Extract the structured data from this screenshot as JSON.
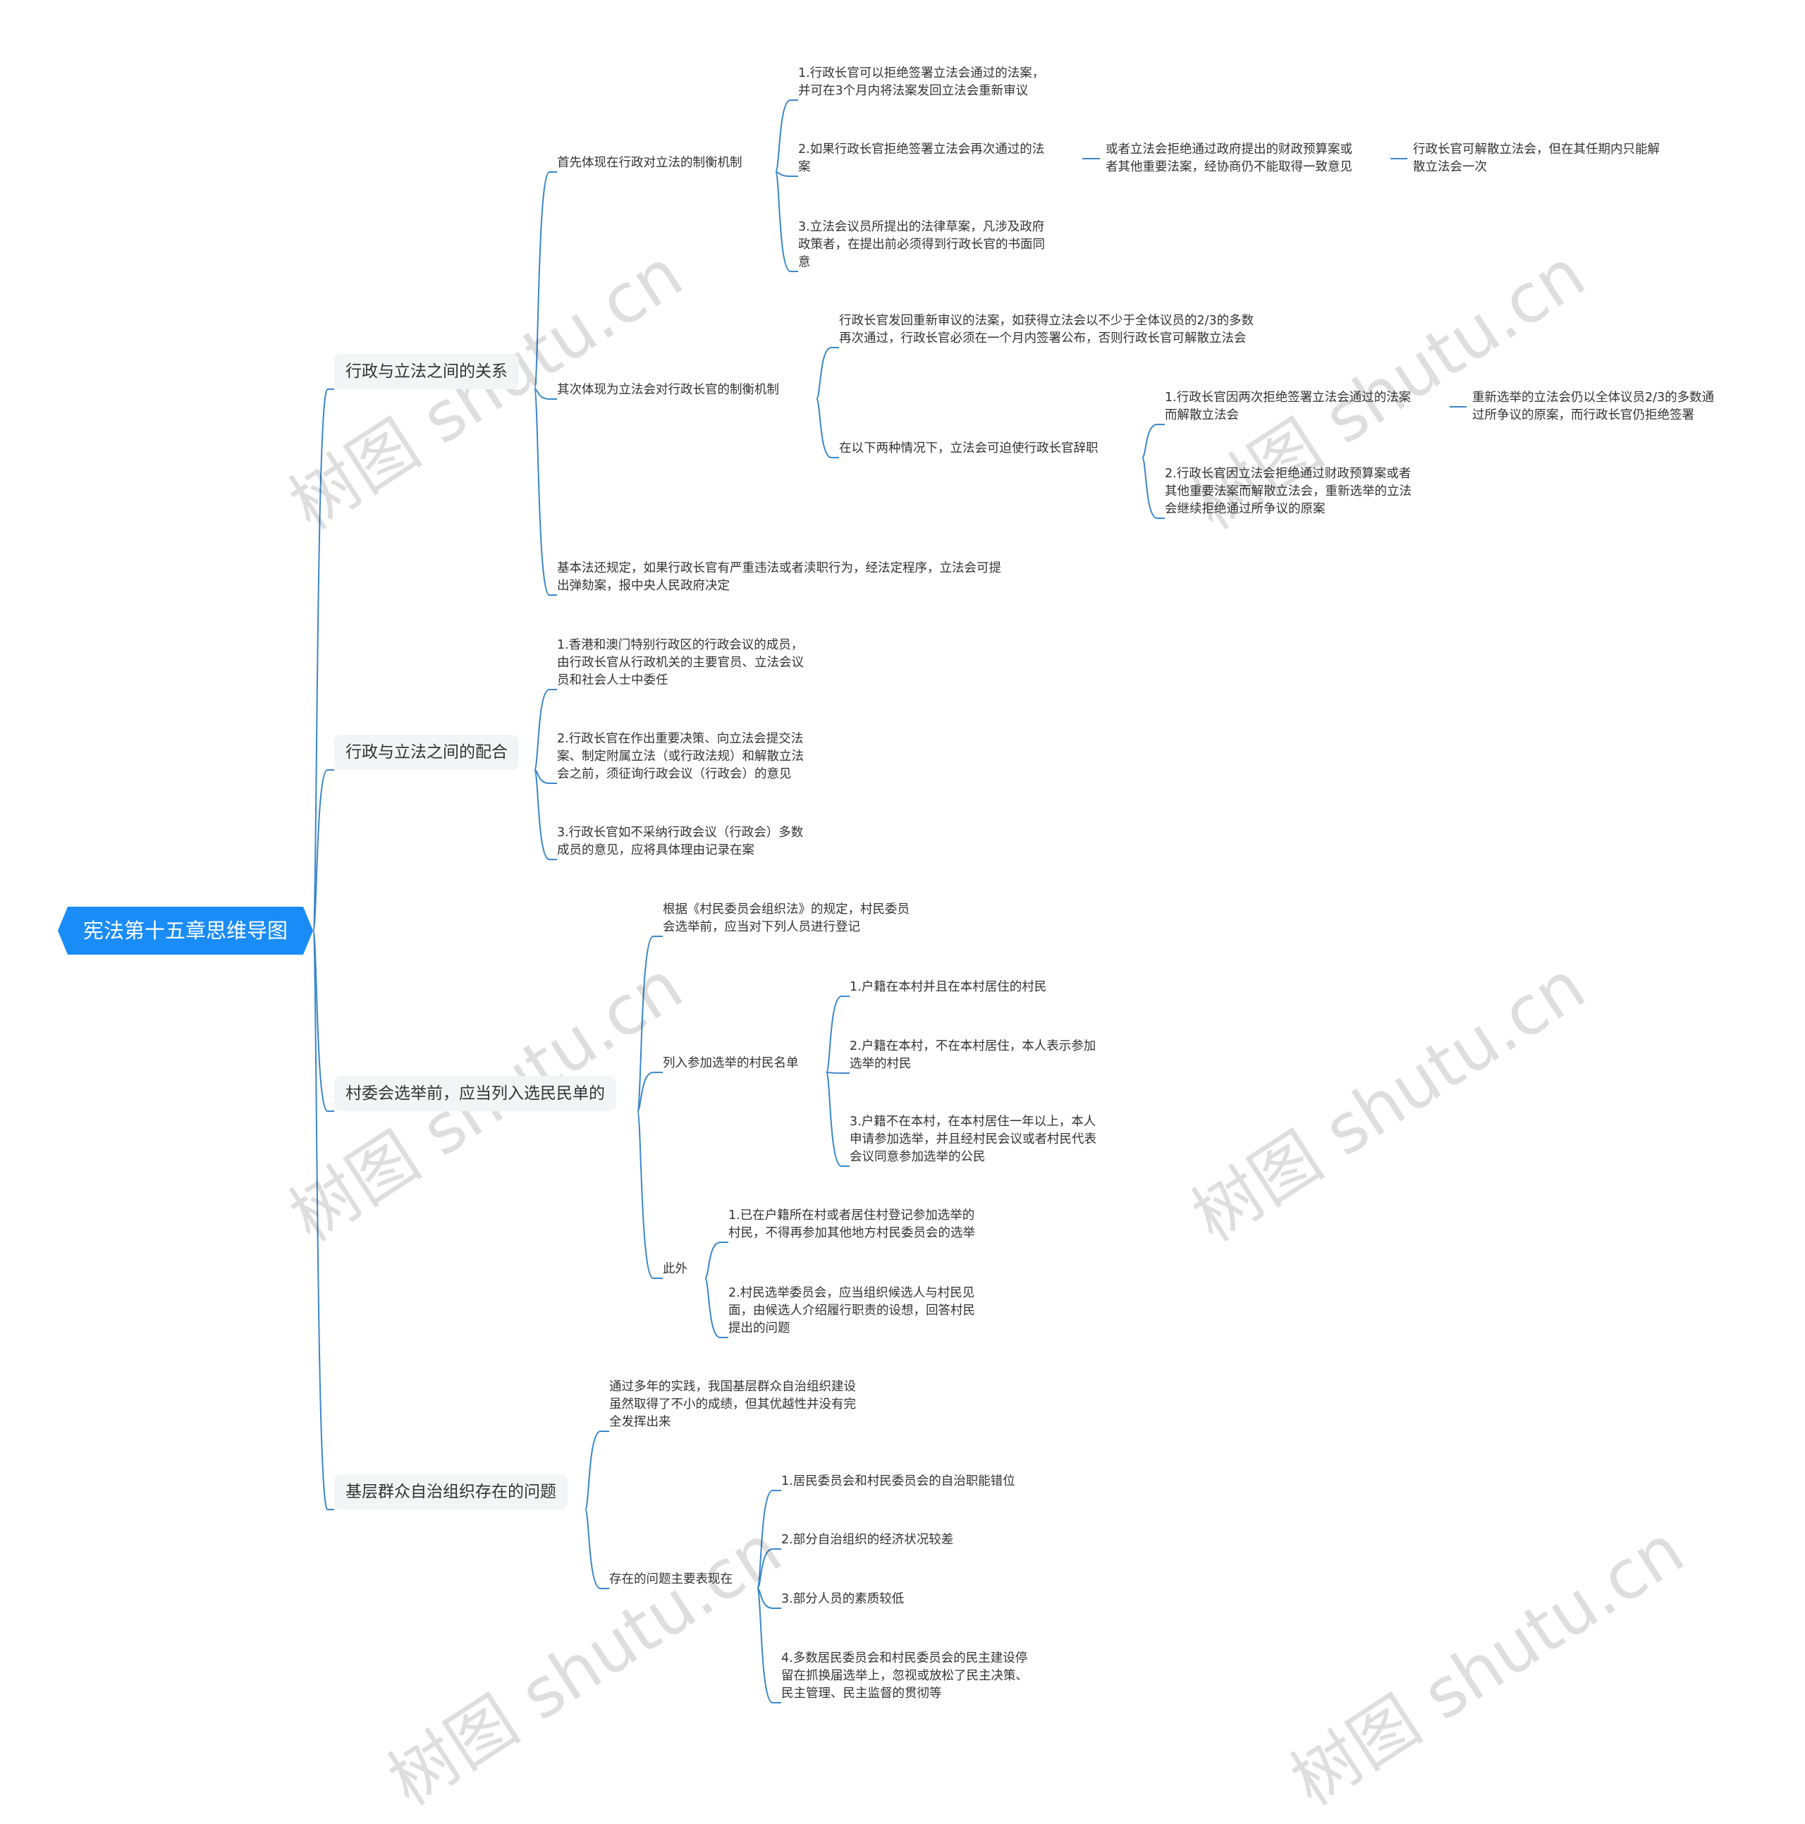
{
  "root": "宪法第十五章思维导图",
  "watermark": "树图 shutu.cn",
  "colors": {
    "root_fill": "#1a8cf7",
    "link": "#3b87c9",
    "branch_bg": "#f2f4f6"
  },
  "branches": [
    {
      "label": "行政与立法之间的关系",
      "children": [
        {
          "label": "首先体现在行政对立法的制衡机制",
          "children": [
            {
              "label": "1.行政长官可以拒绝签署立法会通过的法案，\n并可在3个月内将法案发回立法会重新审议"
            },
            {
              "label": "2.如果行政长官拒绝签署立法会再次通过的法\n案",
              "next": "或者立法会拒绝通过政府提出的财政预算案或\n者其他重要法案，经协商仍不能取得一致意见",
              "next2": "行政长官可解散立法会，但在其任期内只能解\n散立法会一次"
            },
            {
              "label": "3.立法会议员所提出的法律草案，凡涉及政府\n政策者，在提出前必须得到行政长官的书面同\n意"
            }
          ]
        },
        {
          "label": "其次体现为立法会对行政长官的制衡机制",
          "children": [
            {
              "label": "行政长官发回重新审议的法案，如获得立法会以不少于全体议员的2/3的多数\n再次通过，行政长官必须在一个月内签署公布，否则行政长官可解散立法会"
            },
            {
              "label": "在以下两种情况下，立法会可迫使行政长官辞职",
              "children": [
                {
                  "label": "1.行政长官因两次拒绝签署立法会通过的法案\n而解散立法会",
                  "next": "重新选举的立法会仍以全体议员2/3的多数通\n过所争议的原案，而行政长官仍拒绝签署"
                },
                {
                  "label": "2.行政长官因立法会拒绝通过财政预算案或者\n其他重要法案而解散立法会，重新选举的立法\n会继续拒绝通过所争议的原案"
                }
              ]
            }
          ]
        },
        {
          "label": "基本法还规定，如果行政长官有严重违法或者渎职行为，经法定程序，立法会可提\n出弹劾案，报中央人民政府决定"
        }
      ]
    },
    {
      "label": "行政与立法之间的配合",
      "children": [
        {
          "label": "1.香港和澳门特别行政区的行政会议的成员，\n由行政长官从行政机关的主要官员、立法会议\n员和社会人士中委任"
        },
        {
          "label": "2.行政长官在作出重要决策、向立法会提交法\n案、制定附属立法（或行政法规）和解散立法\n会之前，须征询行政会议（行政会）的意见"
        },
        {
          "label": "3.行政长官如不采纳行政会议（行政会）多数\n成员的意见，应将具体理由记录在案"
        }
      ]
    },
    {
      "label": "村委会选举前，应当列入选民民单的",
      "children": [
        {
          "label": "根据《村民委员会组织法》的规定，村民委员\n会选举前，应当对下列人员进行登记"
        },
        {
          "label": "列入参加选举的村民名单",
          "children": [
            {
              "label": "1.户籍在本村并且在本村居住的村民"
            },
            {
              "label": "2.户籍在本村，不在本村居住，本人表示参加\n选举的村民"
            },
            {
              "label": "3.户籍不在本村，在本村居住一年以上，本人\n申请参加选举，并且经村民会议或者村民代表\n会议同意参加选举的公民"
            }
          ]
        },
        {
          "label": "此外",
          "children": [
            {
              "label": "1.已在户籍所在村或者居住村登记参加选举的\n村民，不得再参加其他地方村民委员会的选举"
            },
            {
              "label": "2.村民选举委员会，应当组织候选人与村民见\n面，由候选人介绍履行职责的设想，回答村民\n提出的问题"
            }
          ]
        }
      ]
    },
    {
      "label": "基层群众自治组织存在的问题",
      "children": [
        {
          "label": "通过多年的实践，我国基层群众自治组织建设\n虽然取得了不小的成绩，但其优越性并没有完\n全发挥出来"
        },
        {
          "label": "存在的问题主要表现在",
          "children": [
            {
              "label": "1.居民委员会和村民委员会的自治职能错位"
            },
            {
              "label": "2.部分自治组织的经济状况较差"
            },
            {
              "label": "3.部分人员的素质较低"
            },
            {
              "label": "4.多数居民委员会和村民委员会的民主建设停\n留在抓换届选举上，忽视或放松了民主决策、\n民主管理、民主监督的贯彻等"
            }
          ]
        }
      ]
    }
  ]
}
